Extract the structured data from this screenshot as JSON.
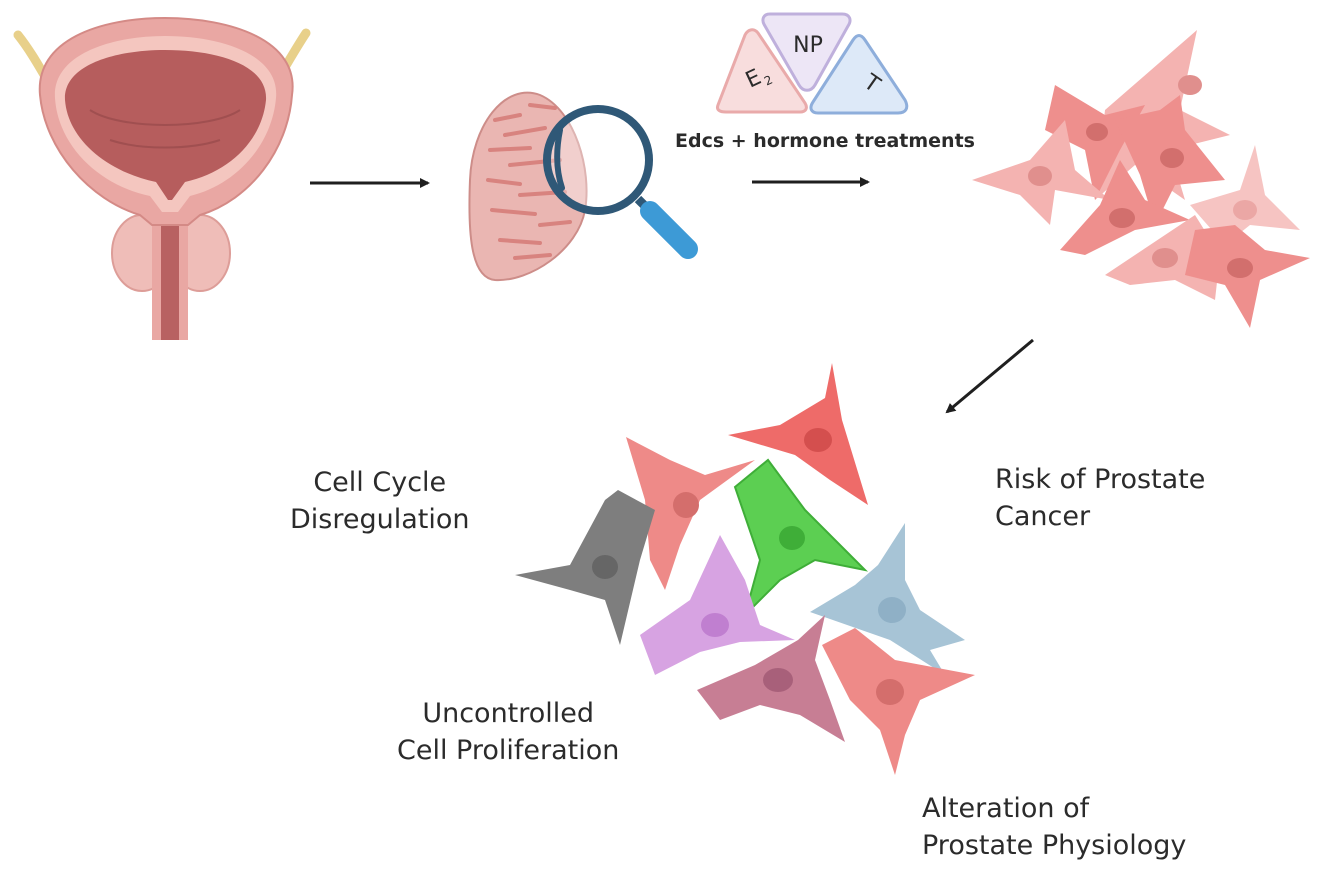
{
  "hormones": {
    "e2_main": "E",
    "e2_sub": "2",
    "np": "NP",
    "t": "T",
    "caption": "Edcs + hormone treatments"
  },
  "outcomes": {
    "cell_cycle": [
      "Cell Cycle",
      "Disregulation"
    ],
    "risk": [
      "Risk of Prostate",
      "Cancer"
    ],
    "proliferation": [
      "Uncontrolled",
      "Cell Proliferation"
    ],
    "alteration": [
      "Alteration of",
      "Prostate Physiology"
    ]
  },
  "colors": {
    "arrow": "#1f1f1f",
    "bladder_outer": "#e9a7a3",
    "bladder_inner": "#b65d5d",
    "tissue": "#eab6b2",
    "magnifier": "#2f5877",
    "magnifier_handle": "#3d9ad6",
    "cell_light": "#f3aaa8",
    "cell_mid": "#ee8f8d",
    "cell_gray": "#7e7e7e",
    "cell_green": "#5ccf52",
    "cell_purple": "#d7a3e2",
    "cell_blue": "#a7c4d6",
    "cell_mauve": "#c77e94"
  }
}
